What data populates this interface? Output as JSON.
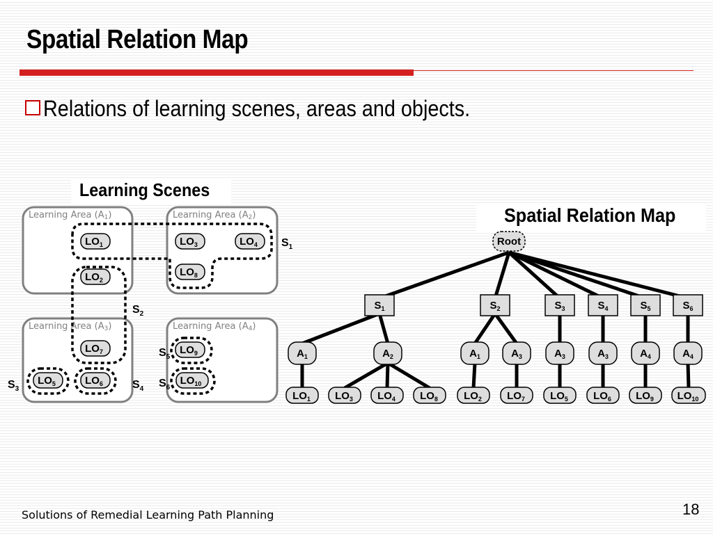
{
  "slide": {
    "title": "Spatial Relation Map",
    "bullet": "Relations of learning scenes, areas and objects.",
    "footer": "Solutions of Remedial Learning Path Planning",
    "page_number": "18"
  },
  "scenes_panel": {
    "heading": "Learning Scenes",
    "areas": [
      {
        "id": "A1",
        "label": "Learning Area (A",
        "sub": "1",
        "close": ")"
      },
      {
        "id": "A2",
        "label": "Learning Area (A",
        "sub": "2",
        "close": ")"
      },
      {
        "id": "A3",
        "label": "Learning Area (A",
        "sub": "3",
        "close": ")"
      },
      {
        "id": "A4",
        "label": "Learning Area (A",
        "sub": "4",
        "close": ")"
      }
    ],
    "objects": [
      {
        "id": "LO1",
        "base": "LO",
        "sub": "1"
      },
      {
        "id": "LO2",
        "base": "LO",
        "sub": "2"
      },
      {
        "id": "LO3",
        "base": "LO",
        "sub": "3"
      },
      {
        "id": "LO4",
        "base": "LO",
        "sub": "4"
      },
      {
        "id": "LO5",
        "base": "LO",
        "sub": "5"
      },
      {
        "id": "LO6",
        "base": "LO",
        "sub": "6"
      },
      {
        "id": "LO7",
        "base": "LO",
        "sub": "7"
      },
      {
        "id": "LO8",
        "base": "LO",
        "sub": "8"
      },
      {
        "id": "LO9",
        "base": "LO",
        "sub": "9"
      },
      {
        "id": "LO10",
        "base": "LO",
        "sub": "10"
      }
    ],
    "scene_labels": [
      {
        "id": "S1",
        "base": "S",
        "sub": "1"
      },
      {
        "id": "S2",
        "base": "S",
        "sub": "2"
      },
      {
        "id": "S3",
        "base": "S",
        "sub": "3"
      },
      {
        "id": "S4",
        "base": "S",
        "sub": "4"
      },
      {
        "id": "S5",
        "base": "S",
        "sub": "5"
      },
      {
        "id": "S6",
        "base": "S",
        "sub": "6"
      }
    ]
  },
  "relation_map": {
    "heading": "Spatial Relation Map",
    "root": "Root",
    "scenes": [
      {
        "id": "S1",
        "base": "S",
        "sub": "1",
        "areas": [
          {
            "base": "A",
            "sub": "1",
            "objects": [
              {
                "base": "LO",
                "sub": "1"
              }
            ]
          },
          {
            "base": "A",
            "sub": "2",
            "objects": [
              {
                "base": "LO",
                "sub": "3"
              },
              {
                "base": "LO",
                "sub": "4"
              },
              {
                "base": "LO",
                "sub": "8"
              }
            ]
          }
        ]
      },
      {
        "id": "S2",
        "base": "S",
        "sub": "2",
        "areas": [
          {
            "base": "A",
            "sub": "1",
            "objects": [
              {
                "base": "LO",
                "sub": "2"
              }
            ]
          },
          {
            "base": "A",
            "sub": "3",
            "objects": [
              {
                "base": "LO",
                "sub": "7"
              }
            ]
          }
        ]
      },
      {
        "id": "S3",
        "base": "S",
        "sub": "3",
        "areas": [
          {
            "base": "A",
            "sub": "3",
            "objects": [
              {
                "base": "LO",
                "sub": "5"
              }
            ]
          }
        ]
      },
      {
        "id": "S4",
        "base": "S",
        "sub": "4",
        "areas": [
          {
            "base": "A",
            "sub": "3",
            "objects": [
              {
                "base": "LO",
                "sub": "6"
              }
            ]
          }
        ]
      },
      {
        "id": "S5",
        "base": "S",
        "sub": "5",
        "areas": [
          {
            "base": "A",
            "sub": "4",
            "objects": [
              {
                "base": "LO",
                "sub": "9"
              }
            ]
          }
        ]
      },
      {
        "id": "S6",
        "base": "S",
        "sub": "6",
        "areas": [
          {
            "base": "A",
            "sub": "4",
            "objects": [
              {
                "base": "LO",
                "sub": "10"
              }
            ]
          }
        ]
      }
    ]
  },
  "colors": {
    "accent_red": "#d42020",
    "node_fill": "#dedede",
    "area_border": "#808080",
    "line": "#000000"
  }
}
